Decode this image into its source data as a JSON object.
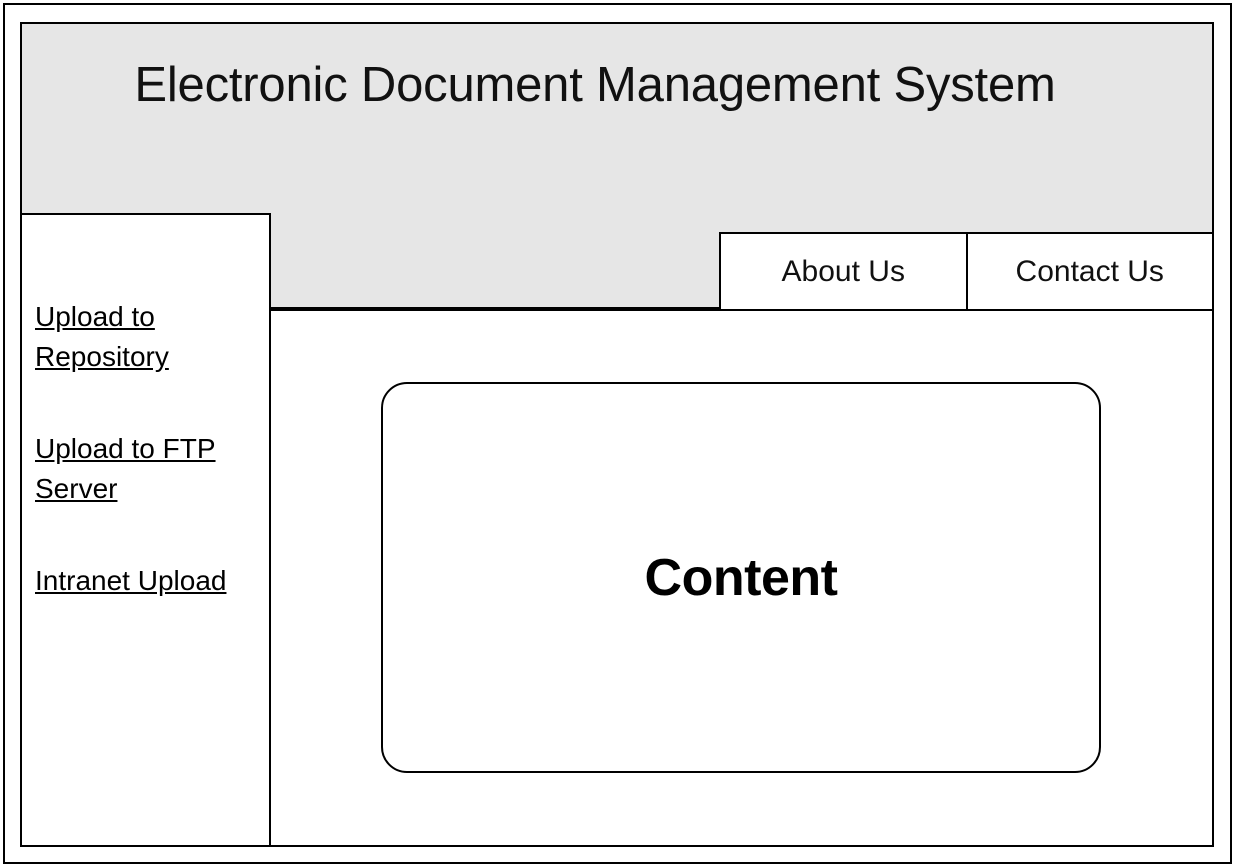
{
  "window": {
    "frame_color": "#000000",
    "background": "#ffffff"
  },
  "header": {
    "title": "Electronic Document Management System",
    "background": "#e6e6e6",
    "border_color": "#000000"
  },
  "nav": {
    "tabs": [
      {
        "label": "About Us",
        "name": "tab-about-us"
      },
      {
        "label": "Contact Us",
        "name": "tab-contact-us"
      }
    ]
  },
  "sidebar": {
    "background": "#ffffff",
    "border_color": "#000000",
    "items": [
      {
        "label": "Upload to Repository",
        "name": "sidebar-link-upload-to-repository"
      },
      {
        "label": "Upload to FTP Server",
        "name": "sidebar-link-upload-to-ftp-server"
      },
      {
        "label": "Intranet Upload",
        "name": "sidebar-link-intranet-upload"
      }
    ]
  },
  "main": {
    "content_placeholder": {
      "label": "Content",
      "border_color": "#000000",
      "background": "#ffffff"
    }
  }
}
